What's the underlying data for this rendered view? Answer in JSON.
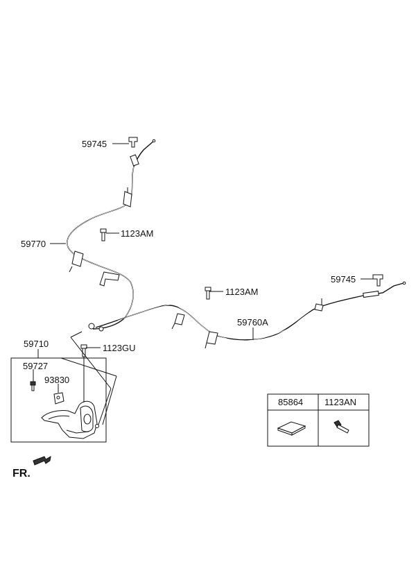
{
  "callouts": {
    "clip_upper_left": "59745",
    "cable_left": "59770",
    "bolt_upper": "1123AM",
    "bolt_middle": "1123AM",
    "clip_right": "59745",
    "cable_right": "59760A",
    "lever_assy": "59710",
    "bolt_lever": "1123GU",
    "bolt_small": "59727",
    "bracket_small": "93830"
  },
  "parts_table": {
    "col1_header": "85864",
    "col2_header": "1123AN"
  },
  "direction": {
    "label": "FR."
  }
}
